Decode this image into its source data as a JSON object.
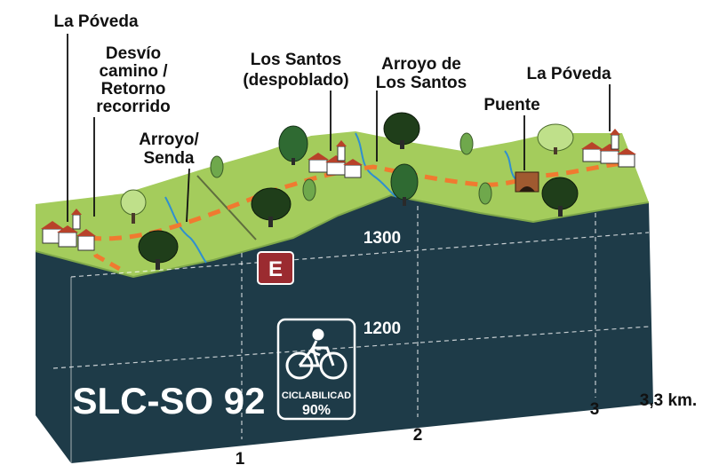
{
  "route_code": "SLC-SO 92",
  "badge": {
    "label": "CICLABILICAD",
    "value": "90%"
  },
  "stage_marker": "E",
  "elevation_labels": [
    "1300",
    "1200"
  ],
  "distance_ticks": [
    "1",
    "2",
    "3"
  ],
  "total_distance": "3,3 km.",
  "places": {
    "la_poveda_start": "La Póveda",
    "desvio_line1": "Desvío",
    "desvio_line2": "camino /",
    "desvio_line3": "Retorno",
    "desvio_line4": "recorrido",
    "arroyo_senda_line1": "Arroyo/",
    "arroyo_senda_line2": "Senda",
    "los_santos_line1": "Los Santos",
    "los_santos_line2": "(despoblado)",
    "arroyo_santos_line1": "Arroyo de",
    "arroyo_santos_line2": "Los Santos",
    "puente": "Puente",
    "la_poveda_end": "La Póveda"
  },
  "colors": {
    "terrain_top": "#a4cc5c",
    "terrain_side": "#1e3b48",
    "route": "#f07a30",
    "stream": "#2f8fd0",
    "marker": "#9b2b30"
  }
}
